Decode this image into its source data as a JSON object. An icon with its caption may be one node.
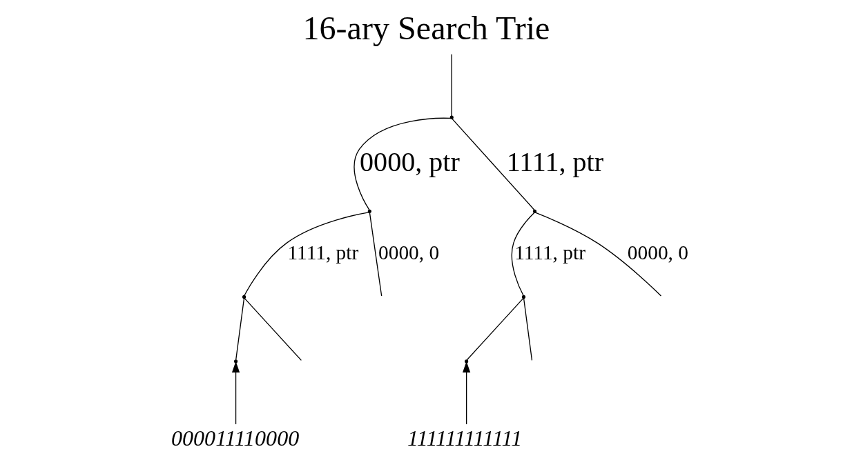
{
  "diagram": {
    "title": "16-ary Search Trie",
    "nodes": [
      {
        "text": [],
        "shape": "point"
      },
      {
        "text": [],
        "shape": "point"
      },
      {
        "text": [],
        "shape": "point"
      },
      {
        "text": [],
        "shape": "point"
      },
      {
        "text": [],
        "shape": "point"
      },
      {
        "text": [],
        "shape": "point"
      },
      {
        "text": [],
        "shape": "point"
      },
      {
        "text": [
          "000011110000"
        ]
      },
      {
        "text": [
          "111111111111"
        ]
      }
    ],
    "edges": [
      {
        "from": null,
        "to": 0,
        "arrow": "none"
      },
      {
        "from": 0,
        "to": 1,
        "arrow": "none",
        "label": "0000, ptr"
      },
      {
        "from": 0,
        "to": 2,
        "arrow": "none",
        "label": "1111, ptr"
      },
      {
        "from": 1,
        "to": null,
        "arrow": "none",
        "label": "0000, 0"
      },
      {
        "from": 1,
        "to": 3,
        "arrow": "none",
        "label": "1111, ptr"
      },
      {
        "from": 2,
        "to": null,
        "arrow": "none",
        "label": "0000, 0"
      },
      {
        "from": 2,
        "to": 4,
        "arrow": "none",
        "label": "1111, ptr"
      },
      {
        "from": 3,
        "to": 5,
        "arrow": "none"
      },
      {
        "from": 3,
        "to": null,
        "arrow": "none"
      },
      {
        "from": 4,
        "to": null,
        "arrow": "none"
      },
      {
        "from": 4,
        "to": 6,
        "arrow": "none"
      },
      {
        "from": 7,
        "to": 5,
        "arrow": "to"
      },
      {
        "from": 8,
        "to": 6,
        "arrow": "to"
      }
    ]
  }
}
